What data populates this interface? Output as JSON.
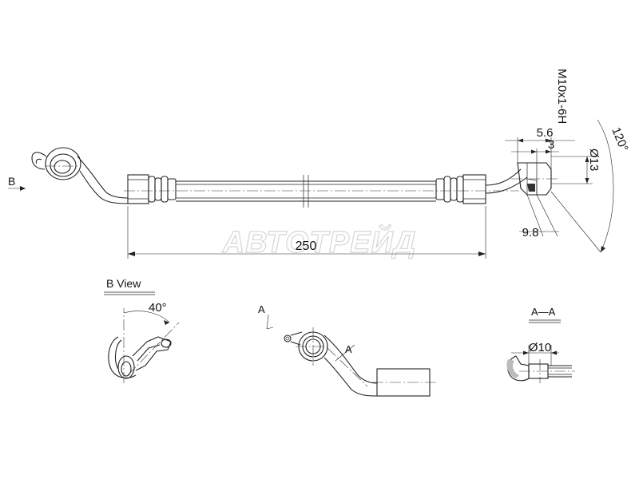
{
  "watermark": "АВТОТРЕЙД",
  "dimensions": {
    "overall_length": "250",
    "thread": "M10x1-6H",
    "dim_5_6": "5.6",
    "dim_3": "3",
    "diameter_13": "Ø13",
    "dim_9_8": "9.8",
    "angle_120": "120°",
    "angle_40": "40°",
    "diameter_10": "Ø10"
  },
  "labels": {
    "view_arrow_b": "B",
    "b_view_title": "B  View",
    "section_arrow_a_letter": "A",
    "section_marker_a": "A",
    "section_a_a_title": "A—A"
  }
}
